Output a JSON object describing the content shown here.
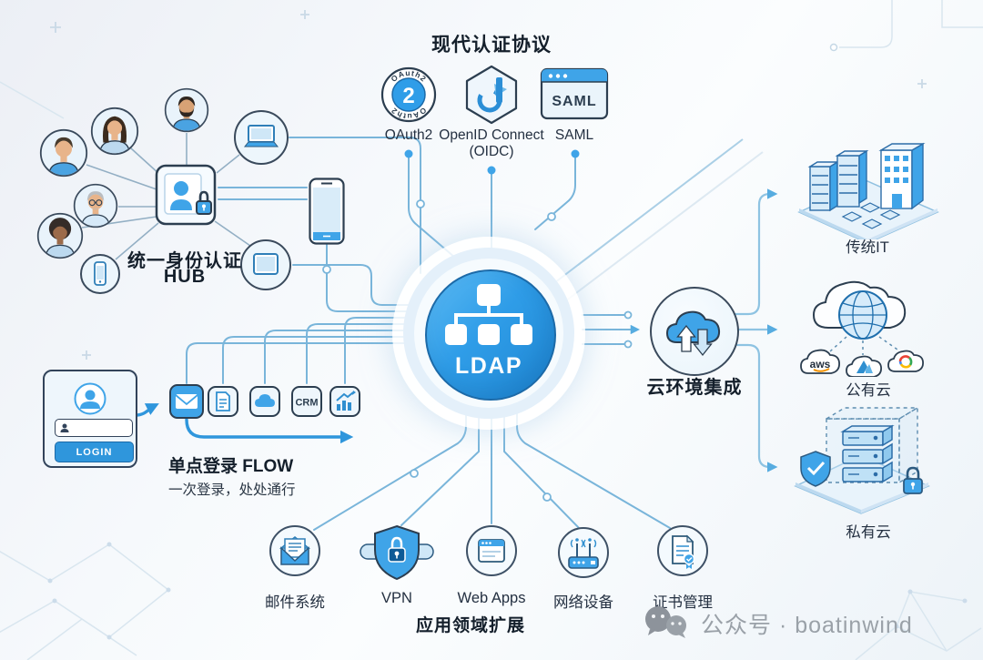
{
  "colors": {
    "primary_blue": "#2f9de8",
    "dark_outline": "#2c3e50",
    "line_blue": "#79b5da",
    "arrow_blue": "#2f96dc",
    "light_fill": "#eaf4fb",
    "text_dark": "#17222e",
    "watermark_gray": "#9aa1a8",
    "aws_orange": "#f29100"
  },
  "protocols": {
    "title": "现代认证协议",
    "oauth2": {
      "badge_number": "2",
      "ring_text_top": "OAuth2",
      "ring_text_bottom": "OAuth2",
      "label": "OAuth2",
      "icon": "oauth2-badge-icon"
    },
    "oidc": {
      "label_line1": "OpenID Connect",
      "label_line2": "(OIDC)",
      "icon": "openid-connect-icon"
    },
    "saml": {
      "window_text": "SAML",
      "label": "SAML",
      "icon": "saml-window-icon"
    }
  },
  "hub": {
    "title": "统一身份认证",
    "subtitle": "HUB",
    "icon": "identity-hub-icon",
    "avatars": [
      "bearded-man-avatar",
      "long-hair-woman-avatar",
      "young-man-avatar",
      "senior-man-avatar",
      "afro-woman-avatar"
    ],
    "devices": [
      "laptop-icon",
      "smartphone-small-icon",
      "tablet-icon",
      "smartphone-icon"
    ]
  },
  "sso": {
    "title": "单点登录 FLOW",
    "subtitle": "一次登录，处处通行",
    "login": {
      "button_label": "LOGIN"
    },
    "apps": [
      {
        "icon": "mail-app-icon"
      },
      {
        "icon": "document-app-icon"
      },
      {
        "icon": "cloud-app-icon"
      },
      {
        "icon": "crm-app-icon",
        "label": "CRM"
      },
      {
        "icon": "analytics-app-icon"
      }
    ]
  },
  "ldap": {
    "label": "LDAP",
    "icon": "ldap-tree-icon"
  },
  "cloud_integration": {
    "title": "云环境集成",
    "icon": "cloud-sync-icon",
    "targets": {
      "traditional_it": {
        "label": "传统IT",
        "icon": "datacenter-isometric-icon"
      },
      "public_cloud": {
        "label": "公有云",
        "icon": "globe-cloud-icon",
        "providers": [
          {
            "name": "aws",
            "label": "aws"
          },
          {
            "name": "azure"
          },
          {
            "name": "google-cloud"
          }
        ]
      },
      "private_cloud": {
        "label": "私有云",
        "icon": "secure-servers-isometric-icon"
      }
    }
  },
  "applications": {
    "title": "应用领域扩展",
    "items": [
      {
        "label": "邮件系统",
        "icon": "mail-system-icon"
      },
      {
        "label": "VPN",
        "icon": "vpn-shield-icon"
      },
      {
        "label": "Web Apps",
        "icon": "web-apps-icon"
      },
      {
        "label": "网络设备",
        "icon": "network-device-icon"
      },
      {
        "label": "证书管理",
        "icon": "certificate-icon"
      }
    ]
  },
  "watermark": {
    "text": "公众号 · boatinwind",
    "icon": "wechat-icon"
  }
}
